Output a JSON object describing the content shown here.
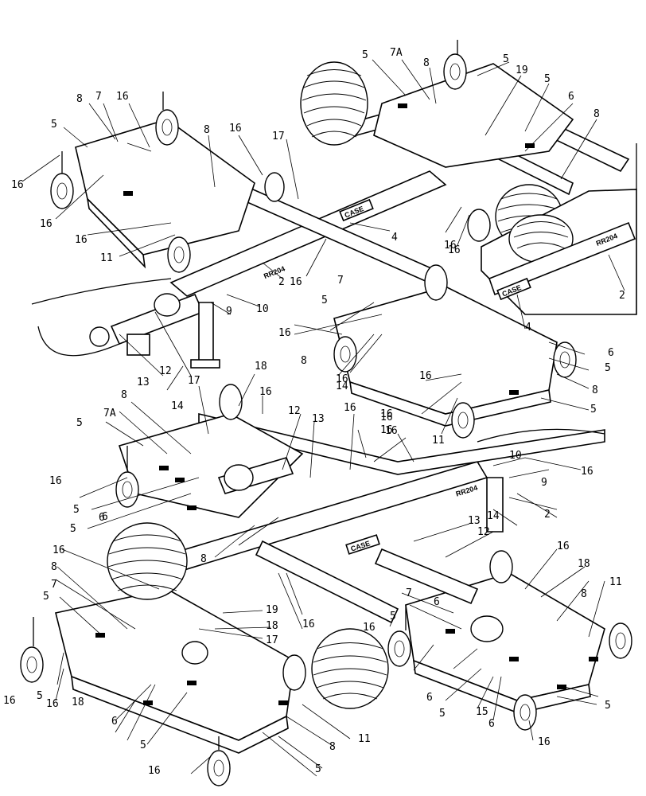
{
  "diagram": {
    "brand_decals": [
      "CASE",
      "CASE",
      "CASE"
    ],
    "model_decals": [
      "RR204",
      "RR204",
      "RR204"
    ]
  },
  "callouts": {
    "top": [
      "5",
      "7A",
      "8",
      "5",
      "19",
      "5",
      "6",
      "8",
      "8",
      "7",
      "16",
      "5",
      "16",
      "17",
      "8",
      "16",
      "16",
      "16",
      "16",
      "11",
      "4",
      "16",
      "16",
      "2",
      "10",
      "9",
      "16",
      "16",
      "7",
      "5",
      "16",
      "8",
      "6",
      "5",
      "8",
      "16",
      "16",
      "5",
      "11",
      "13",
      "12",
      "14",
      "2",
      "4"
    ],
    "bottom": [
      "18",
      "17",
      "16",
      "5",
      "7A",
      "8",
      "12",
      "13",
      "14",
      "16",
      "16",
      "16",
      "5",
      "6",
      "5",
      "10",
      "9",
      "16",
      "16",
      "2",
      "14",
      "13",
      "12",
      "6",
      "8",
      "16",
      "16",
      "8",
      "18",
      "7",
      "5",
      "19",
      "16",
      "18",
      "17",
      "16",
      "7",
      "5",
      "6",
      "11",
      "16",
      "5",
      "16",
      "8",
      "6",
      "5",
      "6",
      "5",
      "15",
      "6",
      "16",
      "5",
      "8",
      "11",
      "5",
      "16",
      "18"
    ]
  },
  "colors": {
    "ink": "#000000",
    "paper": "#ffffff"
  }
}
